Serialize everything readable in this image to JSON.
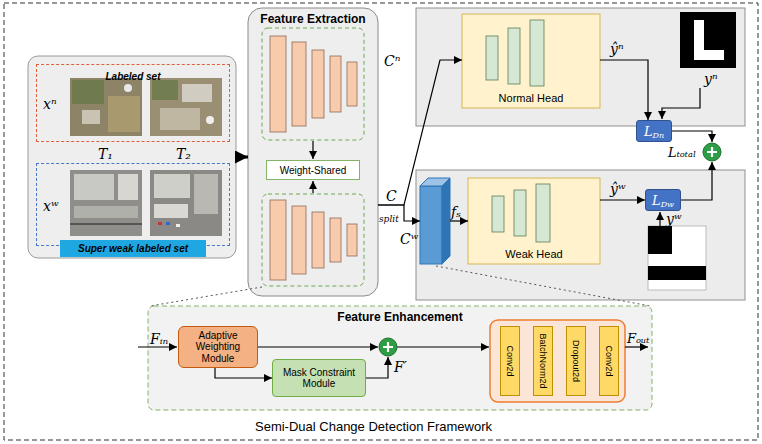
{
  "diagram": {
    "caption": "Semi-Dual Change Detection Framework",
    "nodes": [
      {
        "text": [
          "T₁",
          "T₂"
        ]
      },
      {
        "text": [
          "Labeled set",
          "xⁿ"
        ],
        "in": 0
      },
      {
        "text": [
          "xʷ"
        ],
        "in": 0
      },
      {
        "text": [
          "Super weak labeled set"
        ],
        "in": 0
      },
      {
        "text": [
          "Feature Extraction"
        ]
      },
      {
        "text": [
          "Weight-Shared"
        ],
        "in": 4
      },
      {
        "text": [
          "Normal Head"
        ]
      },
      {
        "text": [
          "L",
          "Dn"
        ]
      },
      {
        "text": [
          "Cʷ"
        ]
      },
      {
        "text": [
          "Weak Head"
        ]
      },
      {
        "text": [
          "L",
          "Dw"
        ]
      },
      {
        "text": [
          "Feature Enhancement"
        ]
      },
      {
        "text": [
          "Adaptive Weighting Module"
        ],
        "in": 11
      },
      {
        "text": [
          "Mask Constraint Module"
        ],
        "in": 11
      },
      {
        "text": [
          "Conv2d"
        ],
        "in": 11
      },
      {
        "text": [
          "BatchNorm2d"
        ],
        "in": 11
      },
      {
        "text": [
          "Dropout2d"
        ],
        "in": 11
      },
      {
        "text": [
          "Conv2d"
        ],
        "in": 11
      }
    ],
    "edges": [
      {
        "from": 0,
        "to": 4,
        "arrow": "to"
      },
      {
        "from": 4,
        "to": 6,
        "arrow": "to",
        "label": "Cⁿ"
      },
      {
        "from": 4,
        "to": 8,
        "arrow": "to"
      },
      {
        "from": 8,
        "to": 9,
        "arrow": "to",
        "label": "fₛ"
      },
      {
        "from": 6,
        "to": 7,
        "arrow": "to",
        "label": "ŷⁿ"
      },
      {
        "from": 9,
        "to": 10,
        "arrow": "to",
        "label": "ŷʷ"
      },
      {
        "from": 12,
        "to": 13,
        "arrow": "to"
      }
    ],
    "labels": [
      "C",
      "split",
      "yⁿ",
      "yʷ",
      "Lₜₒₜₐₗ",
      "Fᵢₙ",
      "F′",
      "Fₒᵤₜ"
    ]
  }
}
